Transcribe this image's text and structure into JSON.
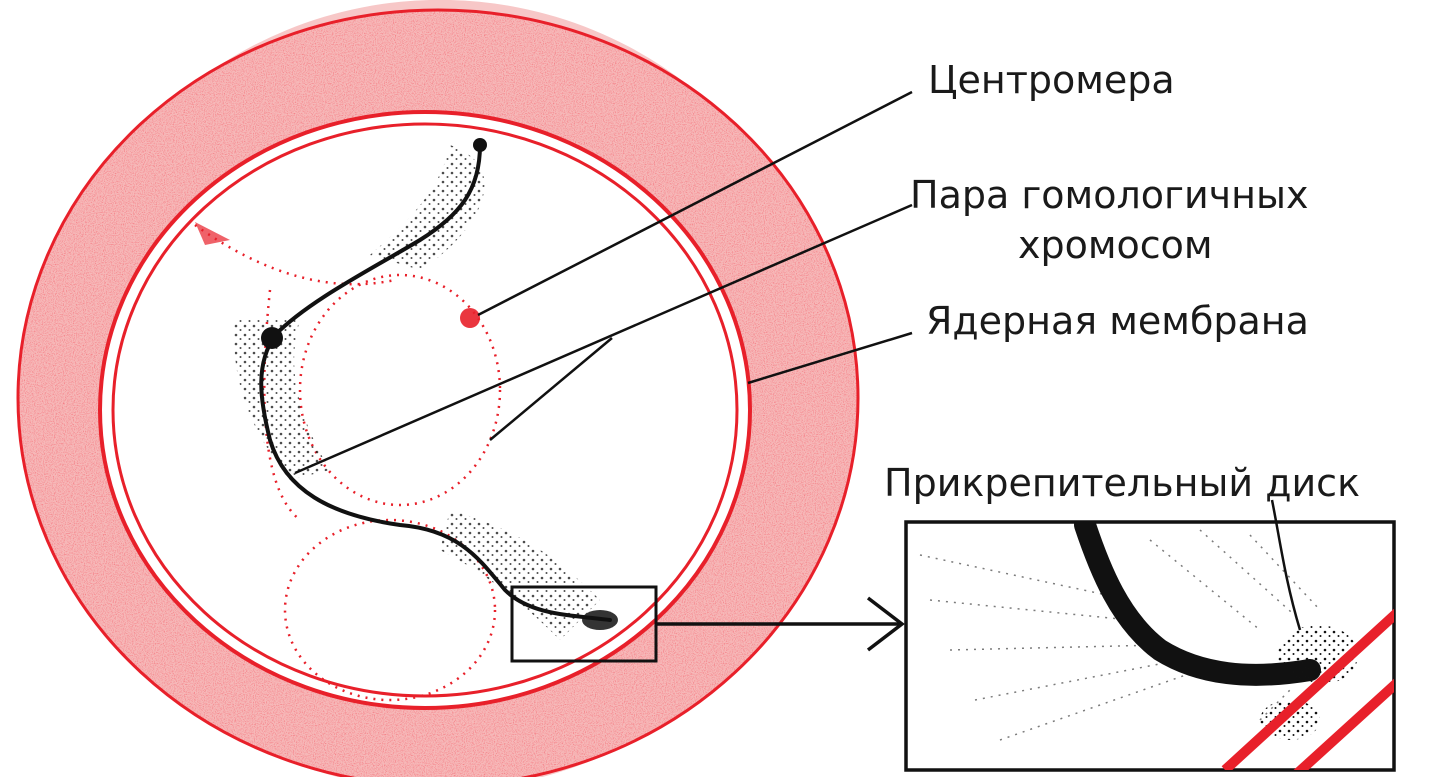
{
  "labels": {
    "centromere": "Центромера",
    "homologous_pair_line1": "Пара гомологичных",
    "homologous_pair_line2": "хромосом",
    "nuclear_membrane": "Ядерная мембрана",
    "attachment_disc": "Прикрепительный диск"
  },
  "colors": {
    "membrane_red": "#e8202a",
    "membrane_fill": "#f39a9a",
    "chromosome_black": "#111111",
    "line_black": "#000000"
  }
}
